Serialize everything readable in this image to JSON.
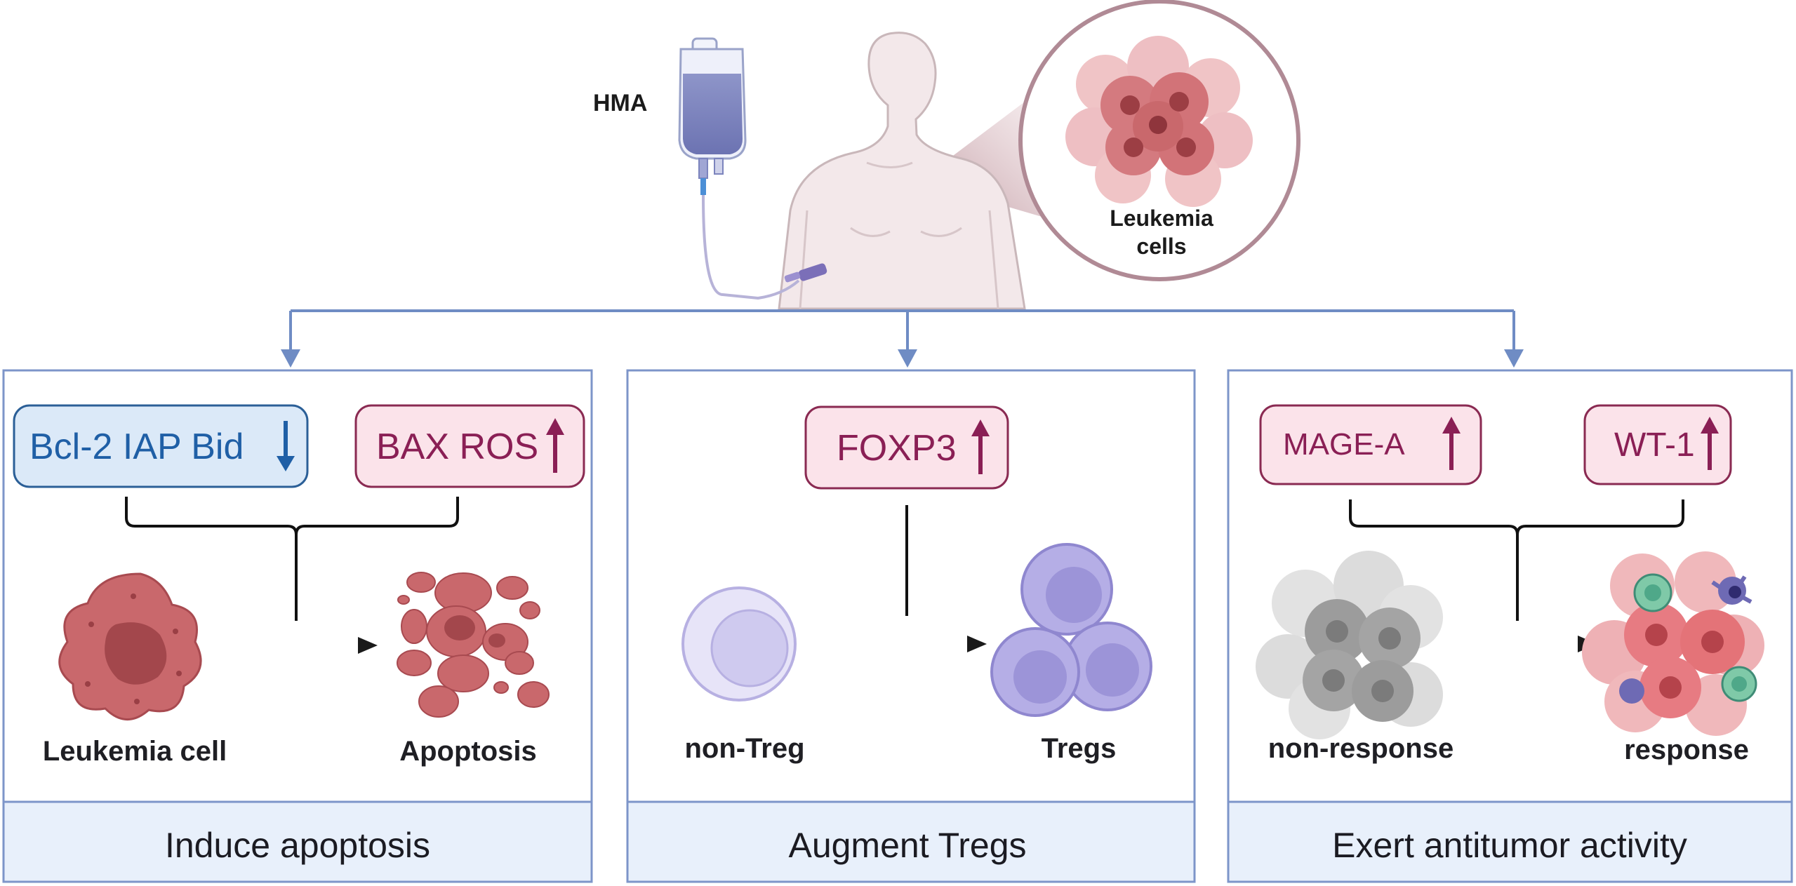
{
  "header": {
    "drug_label": "HMA",
    "zoom_label_line1": "Leukemia",
    "zoom_label_line2": "cells"
  },
  "panels": [
    {
      "id": "apoptosis",
      "markers_down": "Bcl-2 IAP Bid",
      "markers_up": "BAX ROS",
      "left_label": "Leukemia cell",
      "right_label": "Apoptosis",
      "footer": "Induce apoptosis"
    },
    {
      "id": "tregs",
      "markers_up": "FOXP3",
      "left_label": "non-Treg",
      "right_label": "Tregs",
      "footer": "Augment  Tregs"
    },
    {
      "id": "antitumor",
      "markers_up_1": "MAGE-A",
      "markers_up_2": "WT-1",
      "left_label": "non-response",
      "right_label": "response",
      "footer": "Exert  antitumor activity"
    }
  ],
  "colors": {
    "panel_border": "#7d95c9",
    "footer_bg": "#e8f0fb",
    "connector": "#6f8cc4",
    "down_chip_bg": "#dbe9f8",
    "down_chip_border": "#2b5f97",
    "down_text": "#1f5fa6",
    "up_chip_bg": "#fbe3ea",
    "up_chip_border": "#8a2a52",
    "up_text": "#8a1f55",
    "leukemia_cell": "#c9686c",
    "treg_cell": "#b5aee6",
    "gray_cells": "#9c9c9c",
    "skin": "#f3e8ea"
  },
  "icons": [
    "iv-bag-icon",
    "human-torso-icon",
    "leukemia-cluster-icon",
    "arrow-up-icon",
    "arrow-down-icon",
    "leukemia-cell-icon",
    "apoptosis-icon",
    "lymphocyte-icon",
    "treg-cluster-icon",
    "gray-cell-cluster-icon",
    "immune-response-icon"
  ]
}
